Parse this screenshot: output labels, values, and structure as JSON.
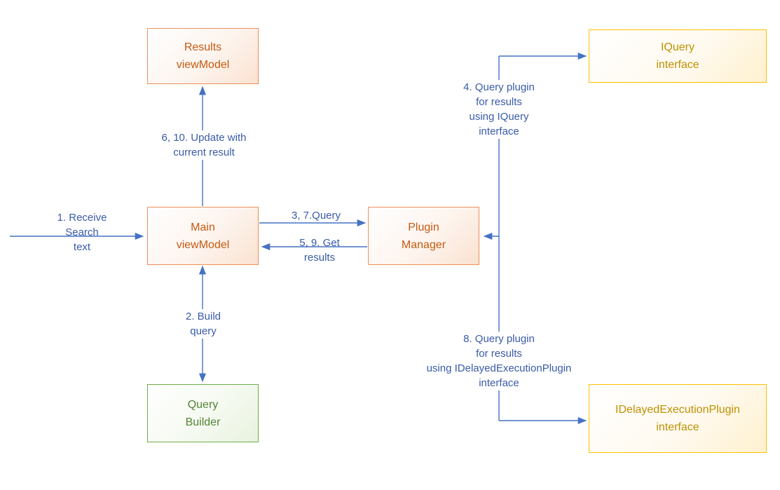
{
  "diagram": {
    "type": "flow-diagram",
    "colors": {
      "orange_border": "#ED8F5B",
      "orange_text": "#C55A11",
      "gold_border": "#FFC000",
      "gold_text": "#BF9000",
      "green_border": "#70AD47",
      "green_text": "#548235",
      "connector_blue": "#4472C4",
      "label_blue": "#3A5BA9",
      "background": "#FFFFFF"
    }
  },
  "nodes": [
    {
      "id": "results-viewmodel",
      "label": "Results\nviewModel",
      "style": "orange"
    },
    {
      "id": "iquery-interface",
      "label": "IQuery\ninterface",
      "style": "gold"
    },
    {
      "id": "main-viewmodel",
      "label": "Main\nviewModel",
      "style": "orange"
    },
    {
      "id": "plugin-manager",
      "label": "Plugin\nManager",
      "style": "orange"
    },
    {
      "id": "query-builder",
      "label": "Query\nBuilder",
      "style": "green"
    },
    {
      "id": "idelayedexecutionplugin-interface",
      "label": "IDelayedExecutionPlugin\ninterface",
      "style": "gold"
    }
  ],
  "edge_labels": [
    {
      "id": "receive-search-text",
      "text": "1. Receive\nSearch\ntext"
    },
    {
      "id": "update-with-current-result",
      "text": "6, 10. Update with\ncurrent result"
    },
    {
      "id": "build-query",
      "text": "2. Build\nquery"
    },
    {
      "id": "query-3-7",
      "text": "3, 7.Query"
    },
    {
      "id": "get-results-5-9",
      "text": "5, 9. Get\nresults"
    },
    {
      "id": "query-plugin-iquery",
      "text": "4. Query plugin\nfor results\nusing IQuery\ninterface"
    },
    {
      "id": "query-plugin-idelayed",
      "text": "8. Query plugin\nfor results\nusing IDelayedExecutionPlugin\ninterface"
    }
  ]
}
